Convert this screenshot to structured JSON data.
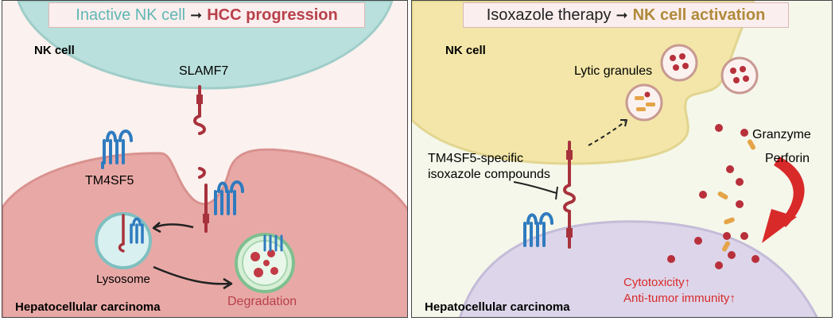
{
  "left_panel": {
    "title_state": "Inactive NK cell",
    "title_outcome": "HCC progression",
    "nk_label": "NK cell",
    "slamf7_label": "SLAMF7",
    "tm4sf5_label": "TM4SF5",
    "lysosome_label": "Lysosome",
    "degradation_label": "Degradation",
    "hcc_label": "Hepatocellular carcinoma"
  },
  "right_panel": {
    "title_state": "Isoxazole therapy",
    "title_outcome": "NK cell activation",
    "nk_label": "NK cell",
    "lytic_label": "Lytic granules",
    "granzyme_label": "Granzyme",
    "perforin_label": "Perforin",
    "compound_line1": "TM4SF5-specific",
    "compound_line2": "isoxazole compounds",
    "cytotoxicity_label": "Cytotoxicity↑",
    "immunity_label": "Anti-tumor immunity↑",
    "hcc_label": "Hepatocellular carcinoma"
  },
  "colors": {
    "nk_cell_left": "#b9e0dc",
    "hcc_cell_left": "#e8a9a6",
    "nk_cell_right": "#f3e6a8",
    "hcc_cell_right": "#ddd6ea",
    "tm4sf5": "#2f7bbf",
    "slamf7": "#a8323c",
    "title_teal": "#5fb8b4",
    "title_red": "#b8404a",
    "title_gold": "#b08a3a",
    "effect_red": "#d92a2a"
  }
}
